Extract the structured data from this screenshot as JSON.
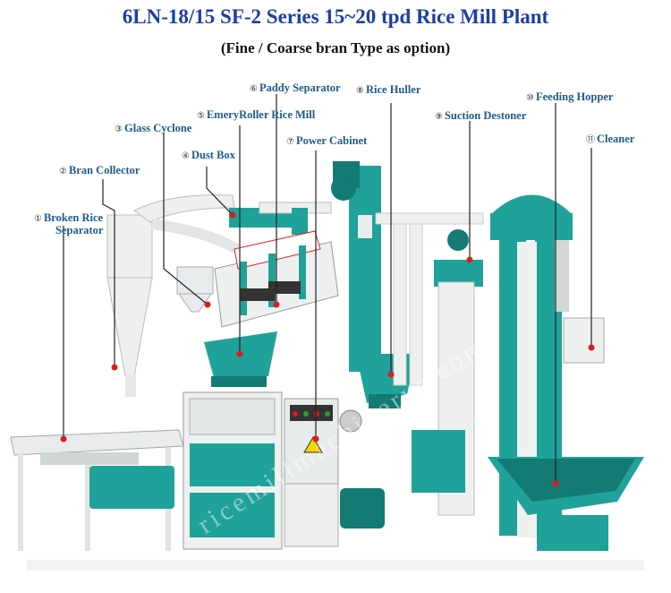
{
  "title": "6LN-18/15 SF-2 Series 15~20 tpd Rice Mill Plant",
  "subtitle": "(Fine / Coarse bran Type as option)",
  "watermark": "ricemillmachinerys.com",
  "labels": [
    {
      "num": "①",
      "text": "Broken Rice"
    },
    {
      "num": "",
      "text": "Separator"
    },
    {
      "num": "②",
      "text": "Bran Collector"
    },
    {
      "num": "③",
      "text": "Glass Cyclone"
    },
    {
      "num": "④",
      "text": "Dust Box"
    },
    {
      "num": "⑤",
      "text": "EmeryRoller Rice Mill"
    },
    {
      "num": "⑥",
      "text": "Paddy Separator"
    },
    {
      "num": "⑦",
      "text": "Power Cabinet"
    },
    {
      "num": "⑧",
      "text": "Rice Huller"
    },
    {
      "num": "⑨",
      "text": "Suction Destoner"
    },
    {
      "num": "⑩",
      "text": "Feeding Hopper"
    },
    {
      "num": "⑪",
      "text": "Cleaner"
    }
  ],
  "colors": {
    "title": "#1b3fa6",
    "teal": "#1fa29a",
    "teal_dark": "#137a74",
    "white_machine": "#eef0f0",
    "label_text": "#1f5a86",
    "pointer_line": "#222222",
    "red_dot": "#d61f1f"
  }
}
